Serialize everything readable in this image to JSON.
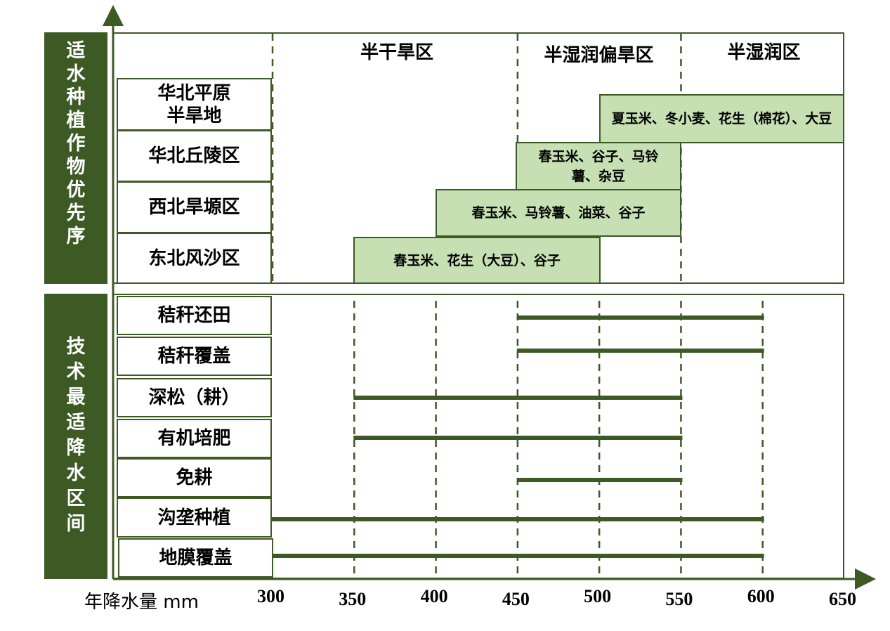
{
  "axis": {
    "xlabel": "年降水量 mm",
    "ticks": [
      "300",
      "350",
      "400",
      "450",
      "500",
      "550",
      "600",
      "650"
    ]
  },
  "sections": {
    "top_title": [
      "适",
      "水",
      "种",
      "植",
      "作",
      "物",
      "优",
      "先",
      "序"
    ],
    "bottom_title": [
      "技",
      "术",
      "最",
      "适",
      "降",
      "水",
      "区",
      "间"
    ]
  },
  "zones": [
    "半干旱区",
    "半湿润偏旱区",
    "半湿润区"
  ],
  "regions": [
    {
      "name_lines": [
        "华北平原",
        "半旱地"
      ],
      "crops": "夏玉米、冬小麦、花生（棉花）、大豆",
      "range": [
        500,
        650
      ]
    },
    {
      "name_lines": [
        "华北丘陵区"
      ],
      "crops": "春玉米、谷子、马铃薯、杂豆",
      "range": [
        450,
        550
      ]
    },
    {
      "name_lines": [
        "西北旱塬区"
      ],
      "crops": "春玉米、马铃薯、油菜、谷子",
      "range": [
        400,
        550
      ]
    },
    {
      "name_lines": [
        "东北风沙区"
      ],
      "crops": "春玉米、花生（大豆）、谷子",
      "range": [
        350,
        500
      ]
    }
  ],
  "techniques": [
    {
      "name": "秸秆还田",
      "range": [
        450,
        600
      ]
    },
    {
      "name": "秸秆覆盖",
      "range": [
        450,
        600
      ]
    },
    {
      "name": "深松（耕）",
      "range": [
        350,
        550
      ]
    },
    {
      "name": "有机培肥",
      "range": [
        350,
        550
      ]
    },
    {
      "name": "免耕",
      "range": [
        450,
        550
      ]
    },
    {
      "name": "沟垄种植",
      "range": [
        300,
        600
      ]
    },
    {
      "name": "地膜覆盖",
      "range": [
        300,
        600
      ]
    }
  ],
  "colors": {
    "dark_green": "#3d5a25",
    "light_green": "#c6e0b4"
  }
}
